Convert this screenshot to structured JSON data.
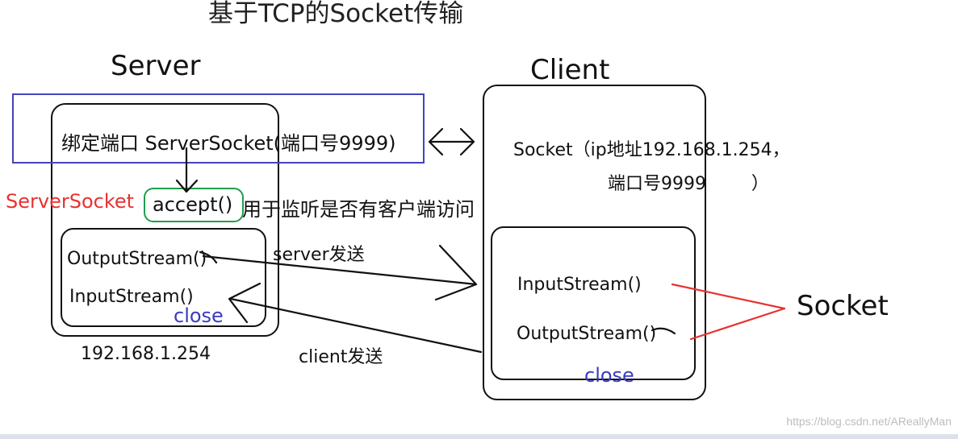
{
  "title": "基于TCP的Socket传输",
  "server": {
    "heading": "Server",
    "bind_label": "绑定端口 ServerSocket(端口号9999)",
    "side_label": "ServerSocket",
    "accept_label": "accept()",
    "accept_desc": "用于监听是否有客户端访问",
    "output_stream": "OutputStream()",
    "input_stream": "InputStream()",
    "close": "close",
    "ip": "192.168.1.254"
  },
  "client": {
    "heading": "Client",
    "socket_line1": "Socket（ip地址192.168.1.254，",
    "socket_line2": "端口号9999        ）",
    "input_stream": "InputStream()",
    "output_stream": "OutputStream()",
    "close": "close",
    "socket_label": "Socket"
  },
  "arrows": {
    "server_send": "server发送",
    "client_send": "client发送"
  },
  "watermark": "https://blog.csdn.net/AReallyMan",
  "colors": {
    "annotation_red": "#e8322f",
    "bind_box_blue": "#4444bb",
    "accept_box_green": "#1f9d4a",
    "close_blue": "#3a3ac0"
  }
}
